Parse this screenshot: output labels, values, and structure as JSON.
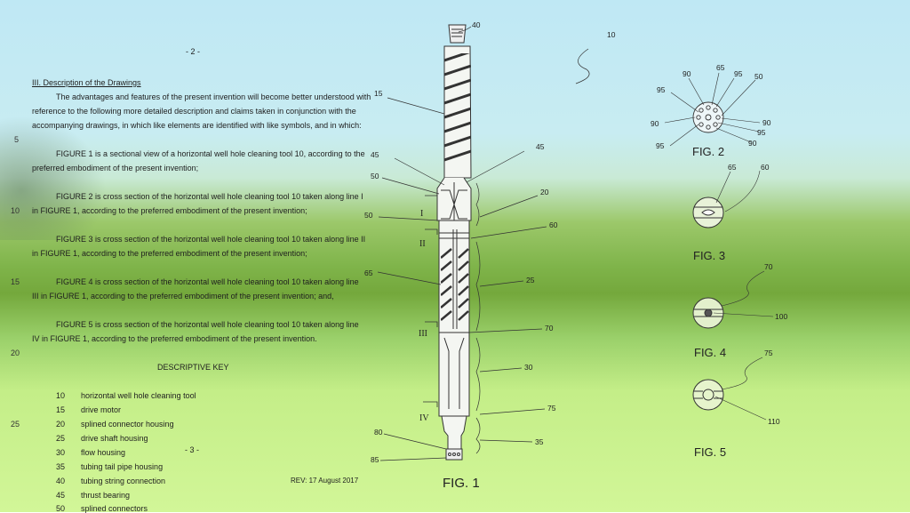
{
  "doc": {
    "page_num_top": "- 2 -",
    "page_num_mid": "- 3 -",
    "section_title": "III. Description of the Drawings",
    "intro": [
      "The advantages and features of the present invention will become better understood with",
      "reference to the following more detailed description and claims taken in conjunction with the",
      "accompanying drawings, in which like elements are identified with like symbols, and in which:"
    ],
    "fig1": [
      "FIGURE 1 is a sectional view of a horizontal well hole cleaning tool 10, according to the",
      "preferred embodiment of the present invention;"
    ],
    "fig2": [
      "FIGURE 2 is cross section of the horizontal well hole cleaning tool 10 taken along line I",
      "in FIGURE 1, according to the preferred embodiment of the present invention;"
    ],
    "fig3": [
      "FIGURE 3 is cross section of the horizontal well hole cleaning tool 10 taken along line II",
      "in FIGURE 1, according to the preferred embodiment of the present invention;"
    ],
    "fig4": [
      "FIGURE 4 is cross section of the horizontal well hole cleaning tool 10 taken along line",
      "III in FIGURE 1, according to the preferred embodiment of the present invention; and,"
    ],
    "fig5": [
      "FIGURE 5 is cross section of the horizontal well hole cleaning tool 10 taken along line",
      "IV in FIGURE 1, according to the preferred embodiment of the present invention."
    ],
    "line_numbers": [
      "5",
      "10",
      "15",
      "20",
      "25"
    ],
    "key_title": "DESCRIPTIVE KEY",
    "key": [
      {
        "n": "10",
        "label": "horizontal well hole cleaning tool"
      },
      {
        "n": "15",
        "label": "drive motor"
      },
      {
        "n": "20",
        "label": "splined connector housing"
      },
      {
        "n": "25",
        "label": "drive shaft housing"
      },
      {
        "n": "30",
        "label": "flow housing"
      },
      {
        "n": "35",
        "label": "tubing tail pipe housing"
      },
      {
        "n": "40",
        "label": "tubing string connection"
      },
      {
        "n": "45",
        "label": "thrust bearing"
      },
      {
        "n": "50",
        "label": "splined connectors"
      }
    ],
    "revision": "REV: 17 August 2017"
  },
  "drawing": {
    "fig1_caption": "FIG. 1",
    "fig2_caption": "FIG. 2",
    "fig3_caption": "FIG. 3",
    "fig4_caption": "FIG. 4",
    "fig5_caption": "FIG. 5",
    "section_marks": [
      "I",
      "II",
      "III",
      "IV"
    ],
    "fig1_labels": {
      "l40": "40",
      "l10": "10",
      "l15": "15",
      "l45a": "45",
      "l45b": "45",
      "l50a": "50",
      "l50b": "50",
      "l20": "20",
      "l60": "60",
      "l65": "65",
      "l25": "25",
      "l70": "70",
      "l30": "30",
      "l75": "75",
      "l80": "80",
      "l85": "85",
      "l35": "35"
    },
    "fig2_labels": {
      "a90": "90",
      "a65": "65",
      "a95": "95",
      "a50": "50",
      "b95": "95",
      "c90": "90",
      "d90": "90",
      "e95": "95",
      "f90": "90",
      "g95": "95"
    },
    "fig3_labels": {
      "a65": "65",
      "a60": "60"
    },
    "fig4_labels": {
      "a70": "70",
      "a100": "100"
    },
    "fig5_labels": {
      "a75": "75",
      "a110": "110"
    }
  }
}
